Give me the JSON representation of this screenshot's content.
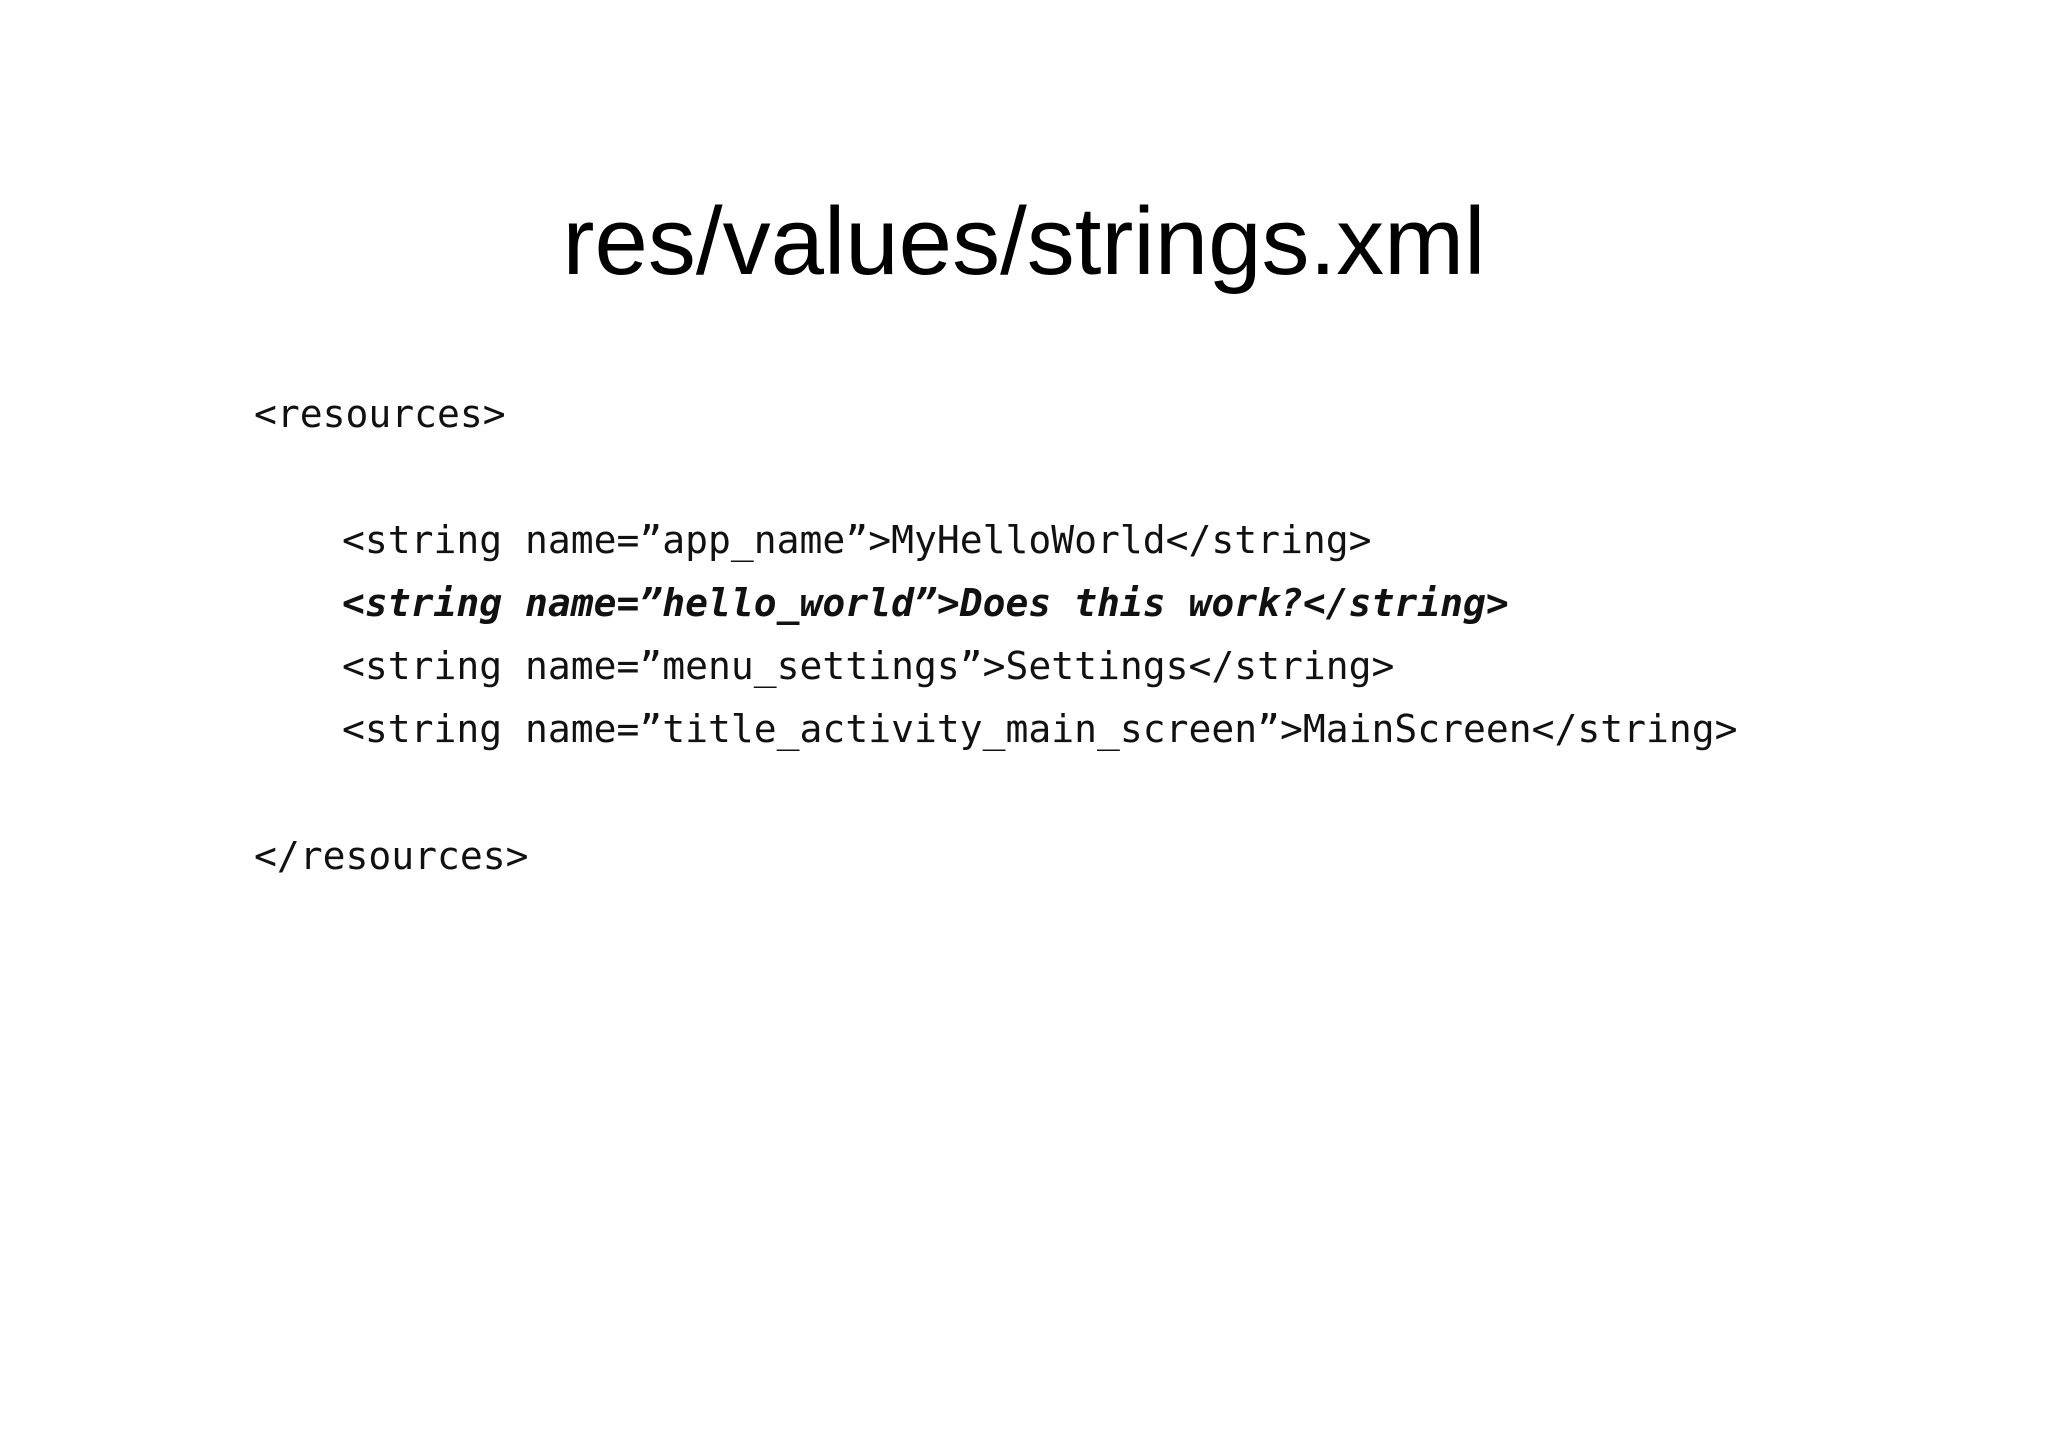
{
  "slide": {
    "title": "res/values/strings.xml"
  },
  "code": {
    "open_tag": "<resources>",
    "lines": [
      "<string name=”app_name”>MyHelloWorld</string>",
      "<string name=”hello_world”>Does this work?</string>",
      "<string name=”menu_settings”>Settings</string>",
      "<string name=”title_activity_main_screen”>MainScreen</string>"
    ],
    "close_tag": "</resources>"
  }
}
